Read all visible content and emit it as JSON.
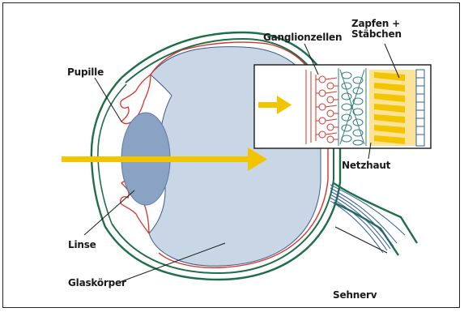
{
  "labels": {
    "pupille": "Pupille",
    "linse": "Linse",
    "glaskoerper": "Glaskörper",
    "ganglionzellen": "Ganglionzellen",
    "zapfen_line1": "Zapfen +",
    "zapfen_line2": "Stäbchen",
    "netzhaut": "Netzhaut",
    "sehnerv": "Sehnerv"
  },
  "colors": {
    "sclera_green": "#1f6e4a",
    "retina_red": "#d8332a",
    "vitreous_blue": "#c9d6e6",
    "lens_blue": "#8aa2c4",
    "light_yellow": "#f2c500",
    "bipolar_teal": "#2f7d7a",
    "outline": "#1a1a1a"
  }
}
